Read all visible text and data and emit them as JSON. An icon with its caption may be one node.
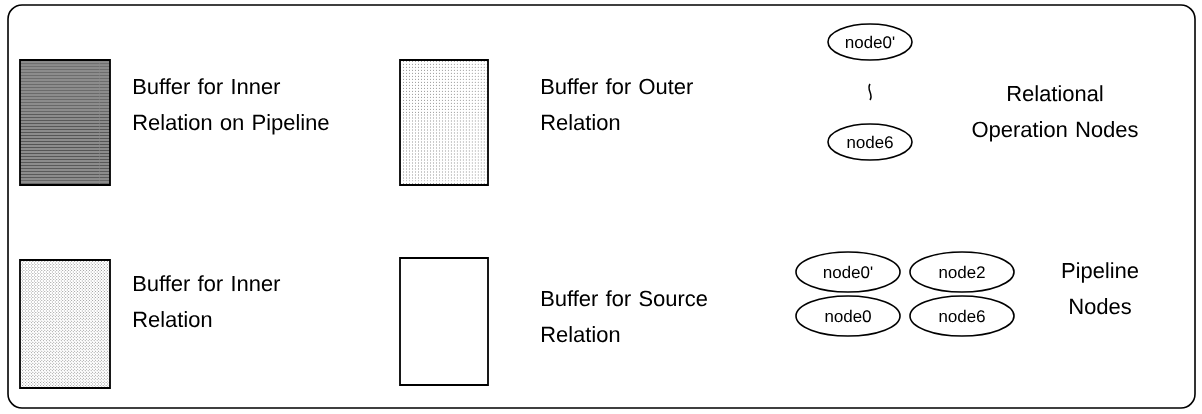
{
  "diagram": {
    "nodes": [
      {
        "text": [
          "node0'"
        ]
      },
      {
        "text": [
          "node6"
        ]
      },
      {
        "text": [
          "node0'"
        ]
      },
      {
        "text": [
          "node2"
        ]
      },
      {
        "text": [
          "node0"
        ]
      },
      {
        "text": [
          "node6"
        ]
      }
    ],
    "legend": [
      {
        "text": "Buffer for Inner Relation on Pipeline"
      },
      {
        "text": "Buffer for Outer Relation"
      },
      {
        "text": "Relational Operation Nodes"
      },
      {
        "text": "Buffer for Inner Relation"
      },
      {
        "text": "Buffer for Source Relation"
      },
      {
        "text": "Pipeline Nodes"
      }
    ]
  }
}
